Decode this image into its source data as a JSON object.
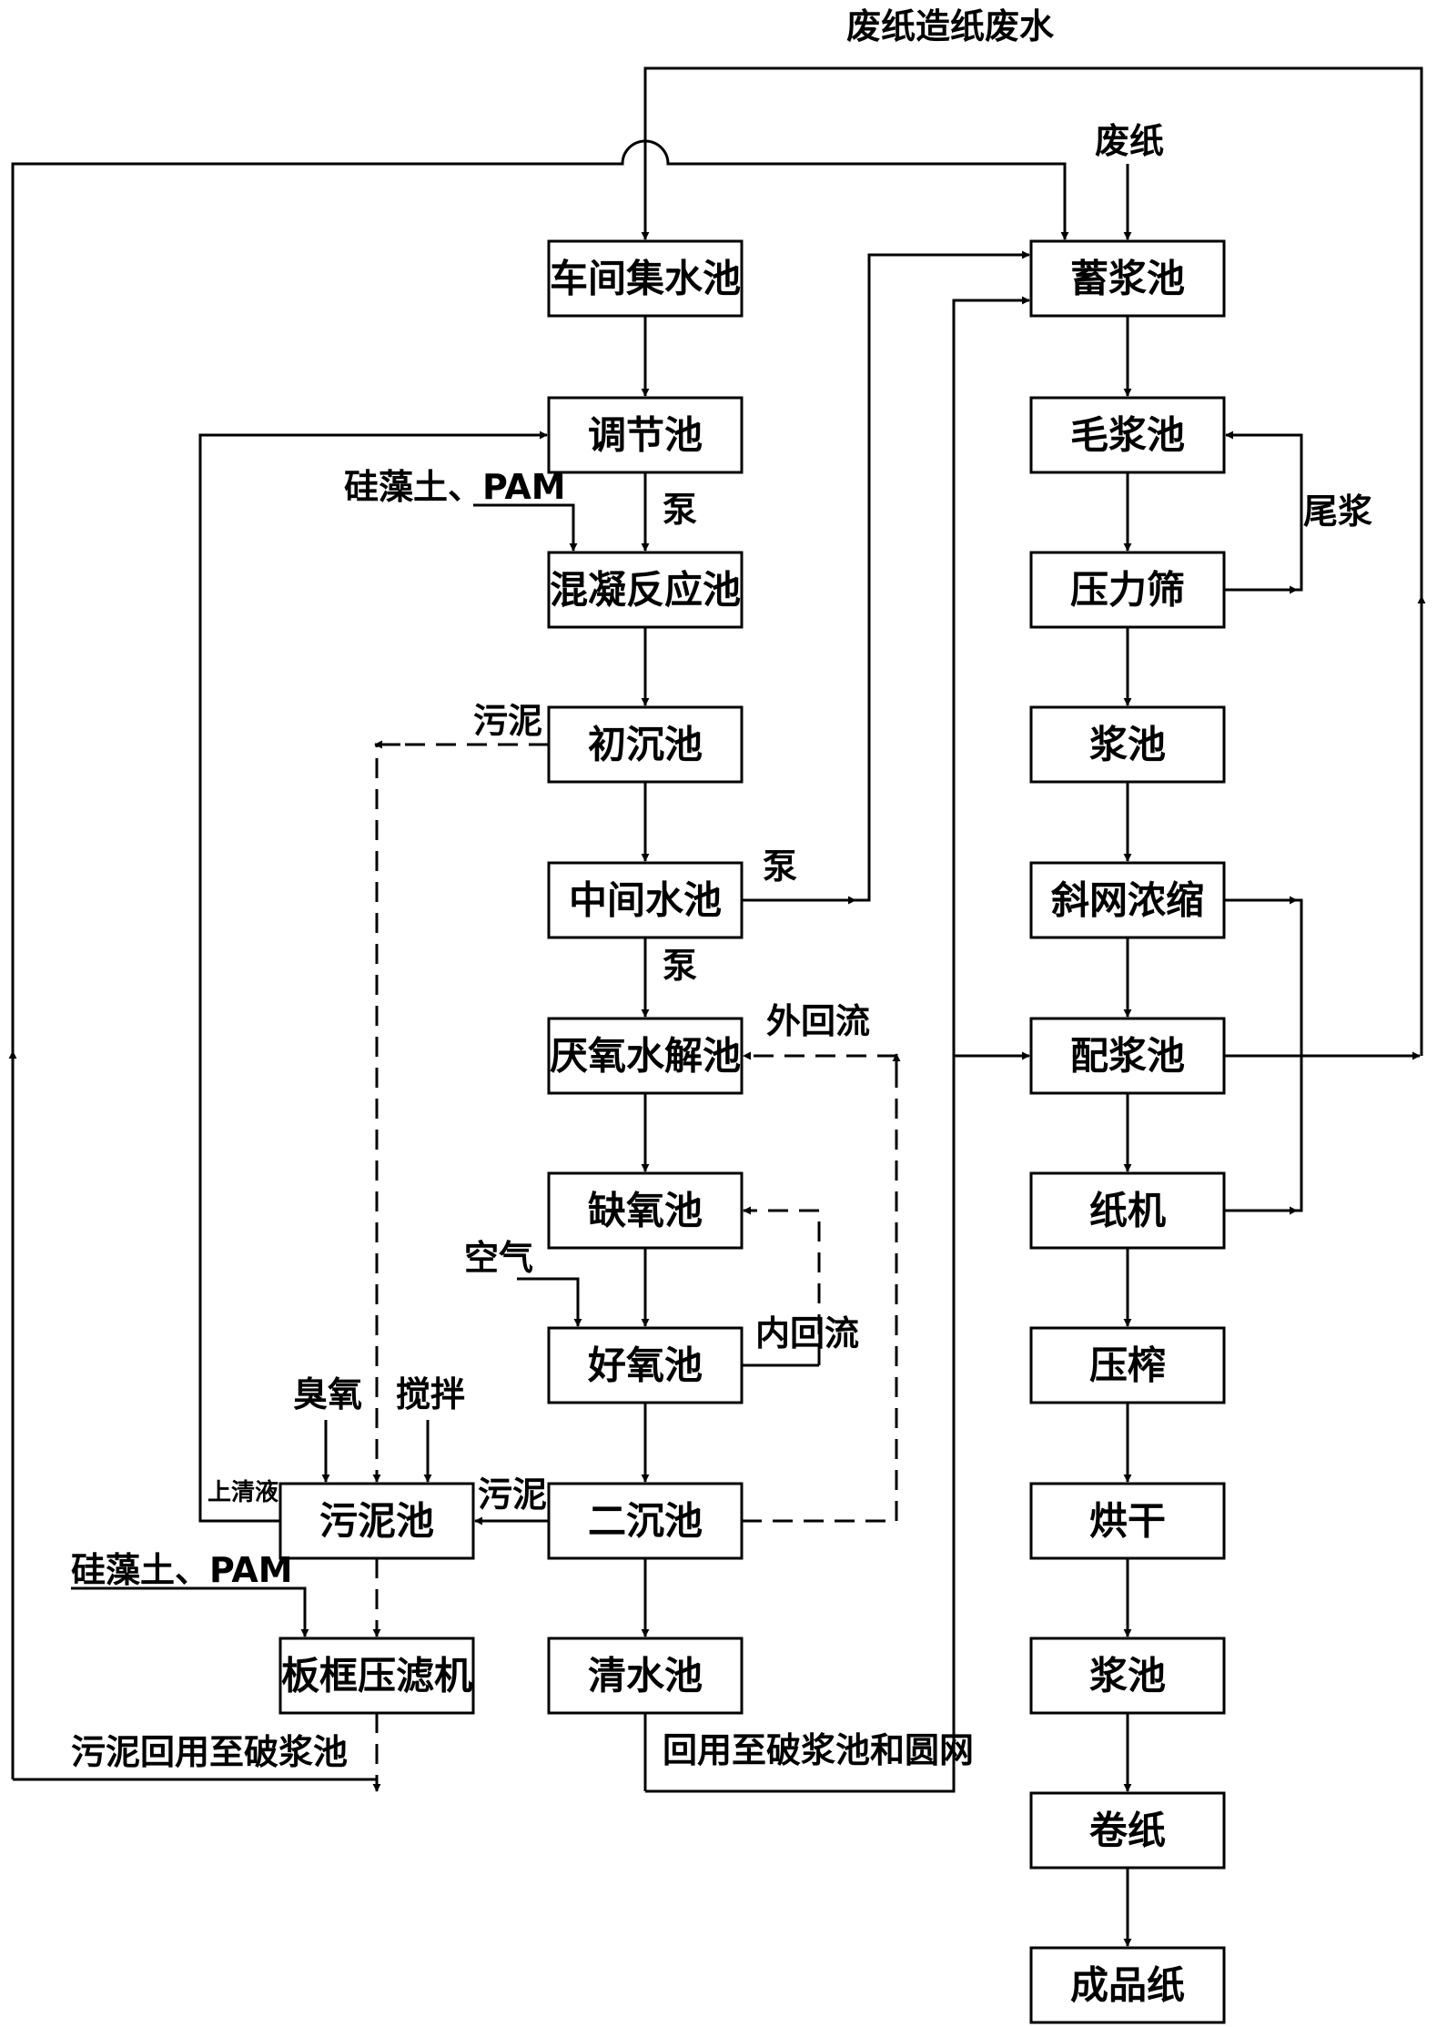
{
  "boxes": {
    "chejian": "车间集水池",
    "tiaojie": "调节池",
    "hunning": "混凝反应池",
    "chuchen": "初沉池",
    "zhongjian": "中间水池",
    "yanyang": "厌氧水解池",
    "queyang": "缺氧池",
    "haoyang": "好氧池",
    "erchen": "二沉池",
    "qingshui": "清水池",
    "wuni": "污泥池",
    "banluang": "板框压滤机",
    "xujiang": "蓄浆池",
    "maojiang": "毛浆池",
    "yalishai": "压力筛",
    "jiangchi1": "浆池",
    "xiewang": "斜网浓缩",
    "peijiang": "配浆池",
    "zhiji": "纸机",
    "yazha": "压榨",
    "honggan": "烘干",
    "jiangchi2": "浆池",
    "juanzhi": "卷纸",
    "chengpin": "成品纸"
  },
  "labels": {
    "top_wastewater": "废纸造纸废水",
    "feizhi": "废纸",
    "guizaotu_pam_1": "硅藻土、PAM",
    "guizaotu_pam_2": "硅藻土、PAM",
    "beng_1": "泵",
    "beng_2": "泵",
    "beng_3": "泵",
    "wuni_1": "污泥",
    "wuni_2": "污泥",
    "waihuiliu": "外回流",
    "neihuiliu": "内回流",
    "kongqi": "空气",
    "chouyang": "臭氧",
    "jiaoban": "搅拌",
    "shangqingye": "上清液",
    "weijiang": "尾浆",
    "wuni_huiyong": "污泥回用至破浆池",
    "huiyong": "回用至破浆池和圆网"
  }
}
